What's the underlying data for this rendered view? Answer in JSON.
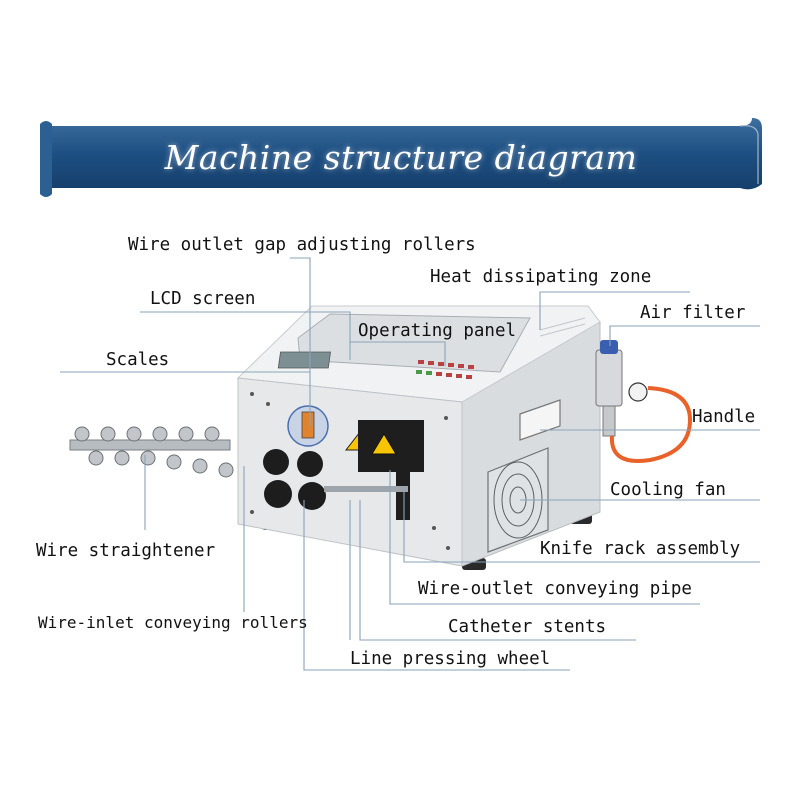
{
  "title": "Machine structure diagram",
  "labels": {
    "wire_outlet_gap_rollers": "Wire outlet gap adjusting rollers",
    "heat_dissipating_zone": "Heat dissipating zone",
    "lcd_screen": "LCD screen",
    "air_filter": "Air filter",
    "operating_panel": "Operating panel",
    "scales": "Scales",
    "handle": "Handle",
    "cooling_fan": "Cooling fan",
    "wire_straightener": "Wire straightener",
    "knife_rack_assembly": "Knife rack assembly",
    "wire_outlet_conveying_pipe": "Wire-outlet conveying pipe",
    "wire_inlet_conveying_rollers": "Wire-inlet conveying rollers",
    "catheter_stents": "Catheter stents",
    "line_pressing_wheel": "Line pressing wheel"
  },
  "colors": {
    "banner": "#1d4f82",
    "banner_light": "#3d6f9f",
    "machine_body": "#e6e8ea",
    "machine_top": "#f1f2f3",
    "leader_line": "#8aa3b8",
    "hose": "#e8622a"
  }
}
